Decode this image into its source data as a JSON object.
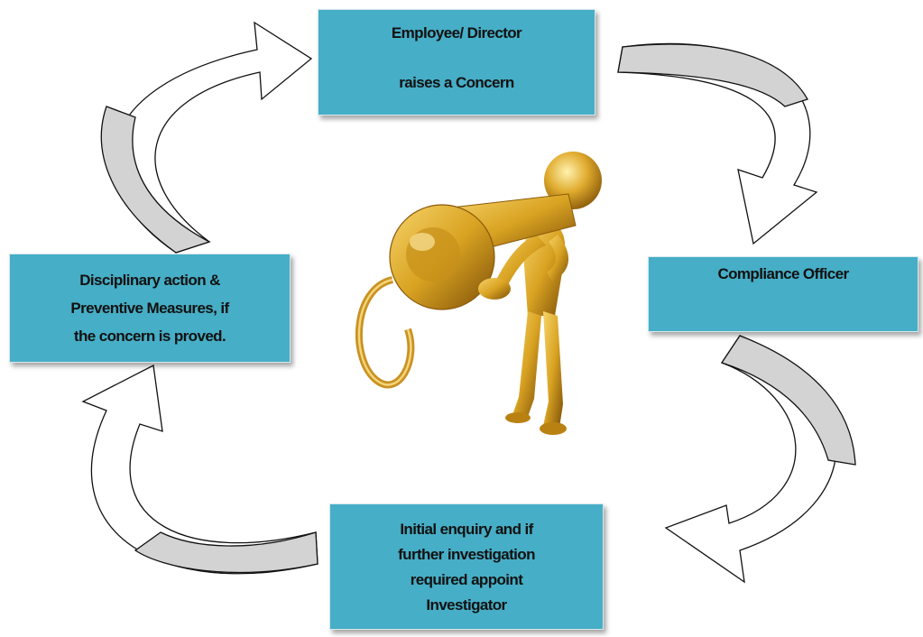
{
  "steps": {
    "raise": {
      "lines": [
        "Employee/ Director",
        "raises a Concern"
      ]
    },
    "officer": {
      "lines": [
        "Compliance Officer"
      ]
    },
    "enquiry": {
      "lines": [
        "Initial enquiry and if",
        "further investigation",
        "required appoint",
        "Investigator"
      ]
    },
    "action": {
      "lines": [
        "Disciplinary action &",
        "Preventive Measures, if",
        "the concern is proved."
      ]
    }
  },
  "colors": {
    "box_fill": "#46aec6",
    "arrow_fill": "#d3d3d3",
    "arrow_stroke": "#111111",
    "figure_gold": "#d9a322"
  },
  "icons": {
    "center": "whistle-figure-icon",
    "arrows": "curved-arrow-icon"
  }
}
